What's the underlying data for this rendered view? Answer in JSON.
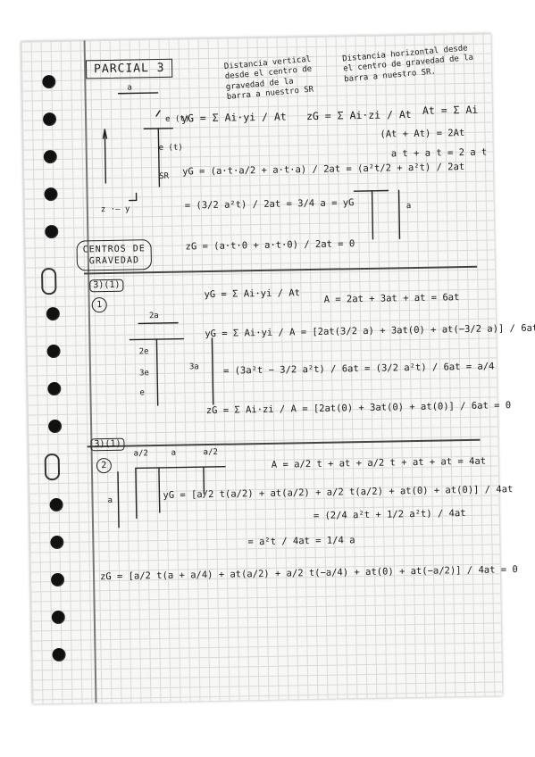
{
  "page": {
    "title": "PARCIAL 3",
    "centroid_label": "CENTROS DE\nGRAVEDAD",
    "section1": {
      "note_vertical": "Distancia vertical\ndesde el centro de\ngravedad de la\nbarra a nuestro SR",
      "note_horizontal": "Distancia horizontal desde\nel centro de gravedad de la\nbarra a nuestro SR.",
      "yg_def": "yG = Σ Ai·yi / At",
      "zg_def": "zG = Σ Ai·zi / At",
      "at_def": "At = Σ Ai",
      "at_line1": "(At + At) = 2At",
      "at_line2": "a t + a t = 2 a t",
      "yg_calc": "yG = (a·t·a/2 + a·t·a) / 2at = (a²t/2 + a²t) / 2at",
      "yg_res1": "= (3/2 a²t) / 2at = 3/4 a = yG",
      "zg_calc": "zG = (a·t·0 + a·t·0) / 2at = 0",
      "dim_top": "a",
      "dim_side": "a",
      "lbl_e1": "e (t)",
      "lbl_e2": "e (t)",
      "lbl_sr": "SR",
      "lbl_axes": "z ·— y"
    },
    "section2": {
      "tag": "3)(1)",
      "num": "1",
      "def": "yG = Σ Ai·yi / At",
      "a_total": "A = 2at + 3at + at = 6at",
      "yg_calc": "yG = Σ Ai·yi / A = [2at(3/2 a) + 3at(0) + at(−3/2 a)] / 6at",
      "yg_res": "= (3a²t − 3/2 a²t) / 6at = (3/2 a²t) / 6at = a/4",
      "zg_calc": "zG = Σ Ai·zi / A = [2at(0) + 3at(0) + at(0)] / 6at = 0",
      "dim_top": "2a",
      "dim_side": "3a",
      "lbl_2e": "2e",
      "lbl_3e": "3e",
      "lbl_e": "e"
    },
    "section3": {
      "tag": "3)(1)",
      "num": "2",
      "a_total": "A = a/2 t + at + a/2 t + at + at = 4at",
      "yg_calc": "yG = [a/2 t(a/2) + at(a/2) + a/2 t(a/2) + at(0) + at(0)] / 4at",
      "yg_res": "= (2/4 a²t + 1/2 a²t) / 4at",
      "yg_res2": "= a²t / 4at = 1/4 a",
      "zg_calc": "zG = [a/2 t(a + a/4) + at(a/2) + a/2 t(−a/4) + at(0) + at(−a/2)] / 4at = 0",
      "dim_left": "a/2",
      "dim_mid": "a",
      "dim_right": "a/2",
      "dim_side": "a"
    }
  }
}
